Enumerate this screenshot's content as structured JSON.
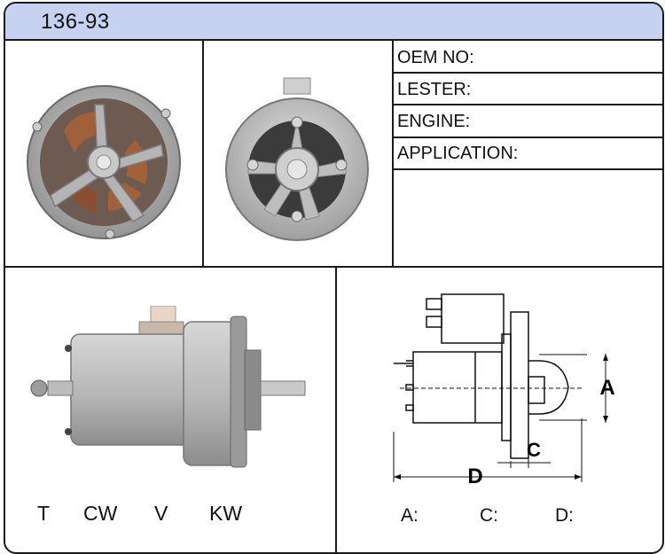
{
  "header": {
    "part_number": "136-93"
  },
  "specs": {
    "oem_no": "OEM NO:",
    "lester": "LESTER:",
    "engine": "ENGINE:",
    "application": "APPLICATION:"
  },
  "rotation_labels": [
    "T",
    "CW",
    "V",
    "KW"
  ],
  "dimension_labels": {
    "a": "A:",
    "c": "C:",
    "d": "D:"
  },
  "drawing_labels": {
    "a": "A",
    "c": "C",
    "d": "D"
  }
}
